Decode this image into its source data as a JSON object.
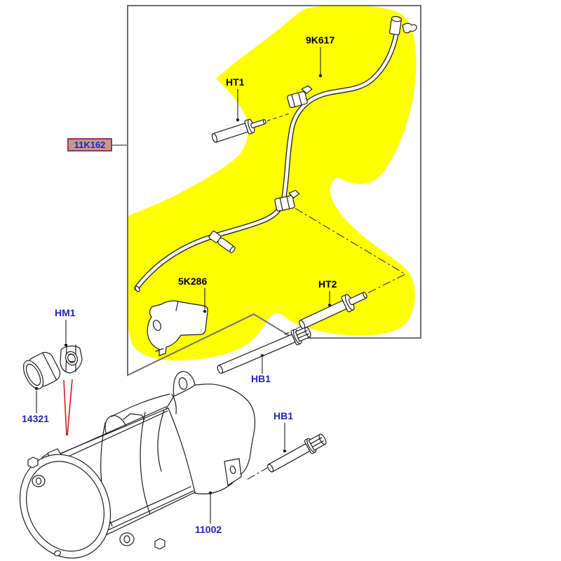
{
  "colors": {
    "page-bg": "#ffffff",
    "highlight": "#feff00",
    "frame": "#707070",
    "line": "#1c1c1c",
    "red": "#cc2020",
    "blue": "#2424bb",
    "black-label": "#000000",
    "callout-bg": "#c49a8a",
    "callout-border": "#993366"
  },
  "diagram": {
    "callout": {
      "text": "11K162"
    },
    "labels": {
      "pipe": "9K617",
      "stud_top": "HT1",
      "bracket": "5K286",
      "stud_right": "HT2",
      "nut": "HM1",
      "cap": "14321",
      "bolt_upper": "HB1",
      "bolt_lower": "HB1",
      "motor": "11002"
    }
  }
}
